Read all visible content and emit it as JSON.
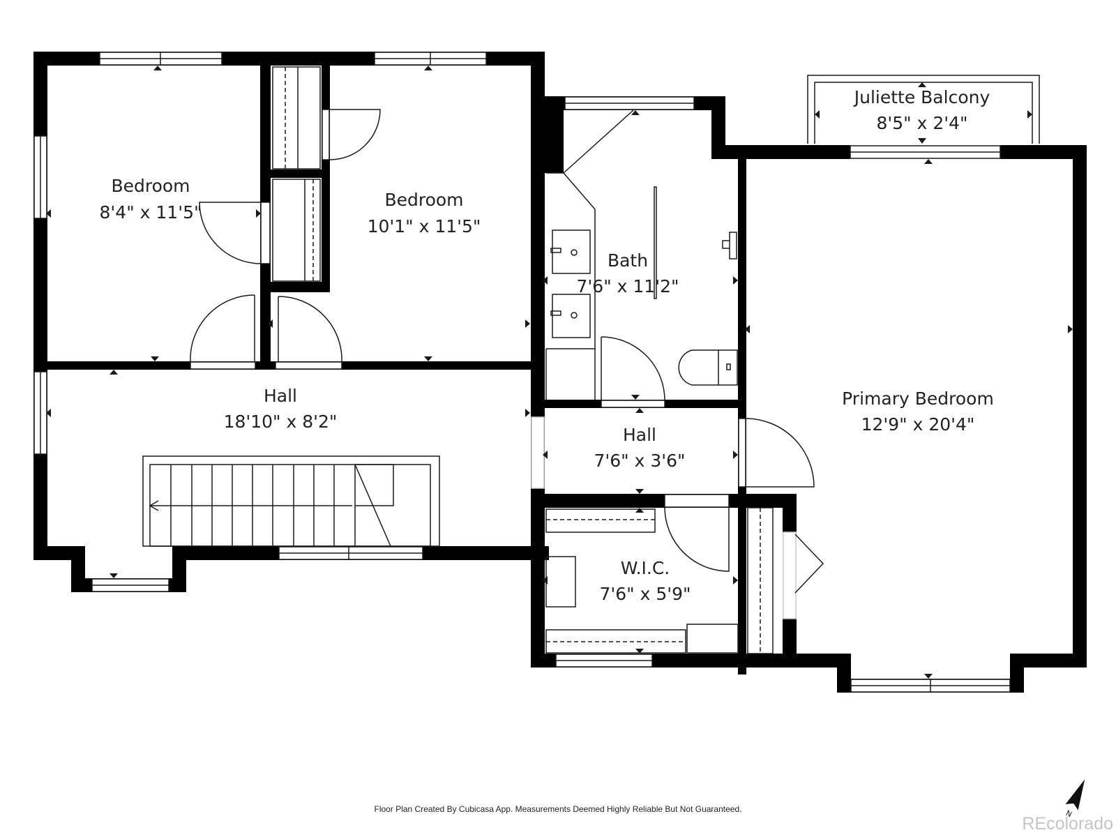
{
  "rooms": [
    {
      "id": "bedroom-left",
      "name": "Bedroom",
      "dimensions": "8'4\" x 11'5\""
    },
    {
      "id": "bedroom-middle",
      "name": "Bedroom",
      "dimensions": "10'1\" x 11'5\""
    },
    {
      "id": "bath",
      "name": "Bath",
      "dimensions": "7'6\" x 11'2\""
    },
    {
      "id": "juliette-balcony",
      "name": "Juliette Balcony",
      "dimensions": "8'5\" x 2'4\""
    },
    {
      "id": "hall-main",
      "name": "Hall",
      "dimensions": "18'10\" x 8'2\""
    },
    {
      "id": "hall-small",
      "name": "Hall",
      "dimensions": "7'6\" x 3'6\""
    },
    {
      "id": "primary-bedroom",
      "name": "Primary Bedroom",
      "dimensions": "12'9\" x 20'4\""
    },
    {
      "id": "wic",
      "name": "W.I.C.",
      "dimensions": "7'6\" x 5'9\""
    }
  ],
  "footer": {
    "note": "Floor Plan Created By Cubicasa App. Measurements Deemed Highly Reliable But Not Guaranteed."
  },
  "watermark": {
    "text": "REcolorado"
  },
  "compass": {
    "label": "N"
  },
  "colors": {
    "wall": "#000000",
    "background": "#ffffff",
    "line": "#1a1a1a",
    "watermark": "#c4c4c4"
  }
}
